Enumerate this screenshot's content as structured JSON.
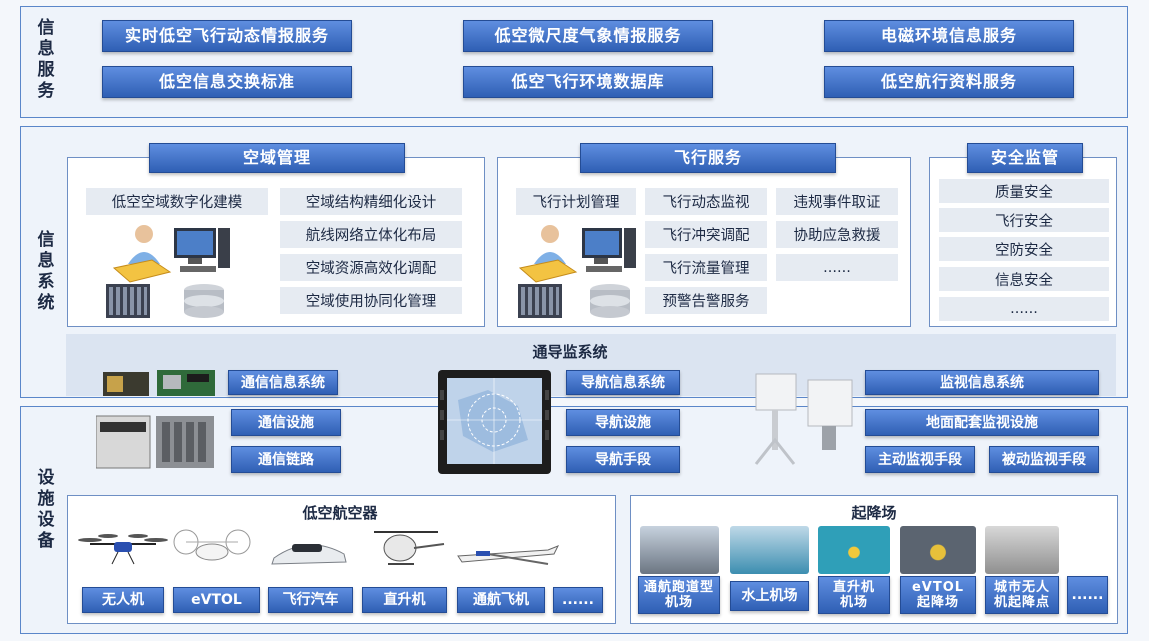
{
  "info_service": {
    "label": "信息服务",
    "items": [
      "实时低空飞行动态情报服务",
      "低空微尺度气象情报服务",
      "电磁环境信息服务",
      "低空信息交换标准",
      "低空飞行环境数据库",
      "低空航行资料服务"
    ]
  },
  "info_system": {
    "label": "信息系统",
    "airspace": {
      "title": "空域管理",
      "items": [
        "低空空域数字化建模",
        "空域结构精细化设计",
        "航线网络立体化布局",
        "空域资源高效化调配",
        "空域使用协同化管理"
      ]
    },
    "flight": {
      "title": "飞行服务",
      "items": [
        "飞行计划管理",
        "飞行动态监视",
        "违规事件取证",
        "飞行冲突调配",
        "协助应急救援",
        "飞行流量管理",
        "......",
        "预警告警服务"
      ]
    },
    "safety": {
      "title": "安全监管",
      "items": [
        "质量安全",
        "飞行安全",
        "空防安全",
        "信息安全",
        "......"
      ]
    },
    "cns": {
      "title": "通导监系统",
      "comm_system": "通信信息系统",
      "nav_system": "导航信息系统",
      "surv_system": "监视信息系统"
    }
  },
  "facilities": {
    "label": "设施设备",
    "comm_facility": "通信设施",
    "comm_link": "通信链路",
    "nav_facility": "导航设施",
    "nav_means": "导航手段",
    "ground_surv": "地面配套监视设施",
    "active_surv": "主动监视手段",
    "passive_surv": "被动监视手段",
    "aircraft": {
      "title": "低空航空器",
      "items": [
        "无人机",
        "eVTOL",
        "飞行汽车",
        "直升机",
        "通航飞机",
        "......"
      ]
    },
    "airfield": {
      "title": "起降场",
      "items": [
        "通航跑道型\n机场",
        "水上机场",
        "直升机\n机场",
        "eVTOL\n起降场",
        "城市无人\n机起降点",
        "......"
      ]
    }
  },
  "colors": {
    "accent": "#2f5fb4",
    "border": "#5a86c9",
    "cell": "#e6ebf2"
  }
}
